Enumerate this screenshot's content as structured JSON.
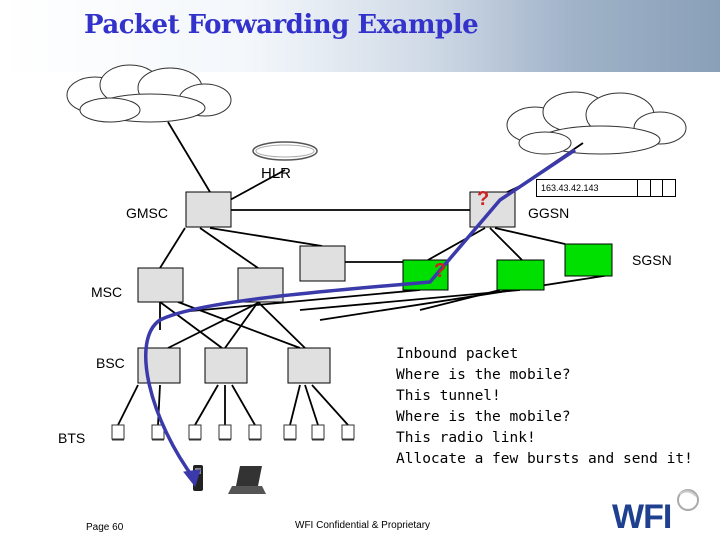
{
  "title": "Packet Forwarding Example",
  "labels": {
    "hlr": "HLR",
    "gmsc": "GMSC",
    "ggsn": "GGSN",
    "sgsn": "SGSN",
    "msc": "MSC",
    "bsc": "BSC",
    "bts": "BTS",
    "ip_address": "163.43.42.143"
  },
  "question_marks": [
    "?",
    "?"
  ],
  "notes": [
    "Inbound packet",
    "Where is the mobile?",
    "This tunnel!",
    "Where is the mobile?",
    "This radio link!",
    "Allocate a few bursts and send it!"
  ],
  "footer": {
    "page": "Page 60",
    "confidential": "WFI Confidential & Proprietary"
  },
  "logo_text": "WFI",
  "colors": {
    "title": "#3333cc",
    "node_fill": "#e0e0e0",
    "sgsn_fill": "#00e000",
    "route_arrow": "#3a3aaa",
    "question": "#cc2222"
  }
}
